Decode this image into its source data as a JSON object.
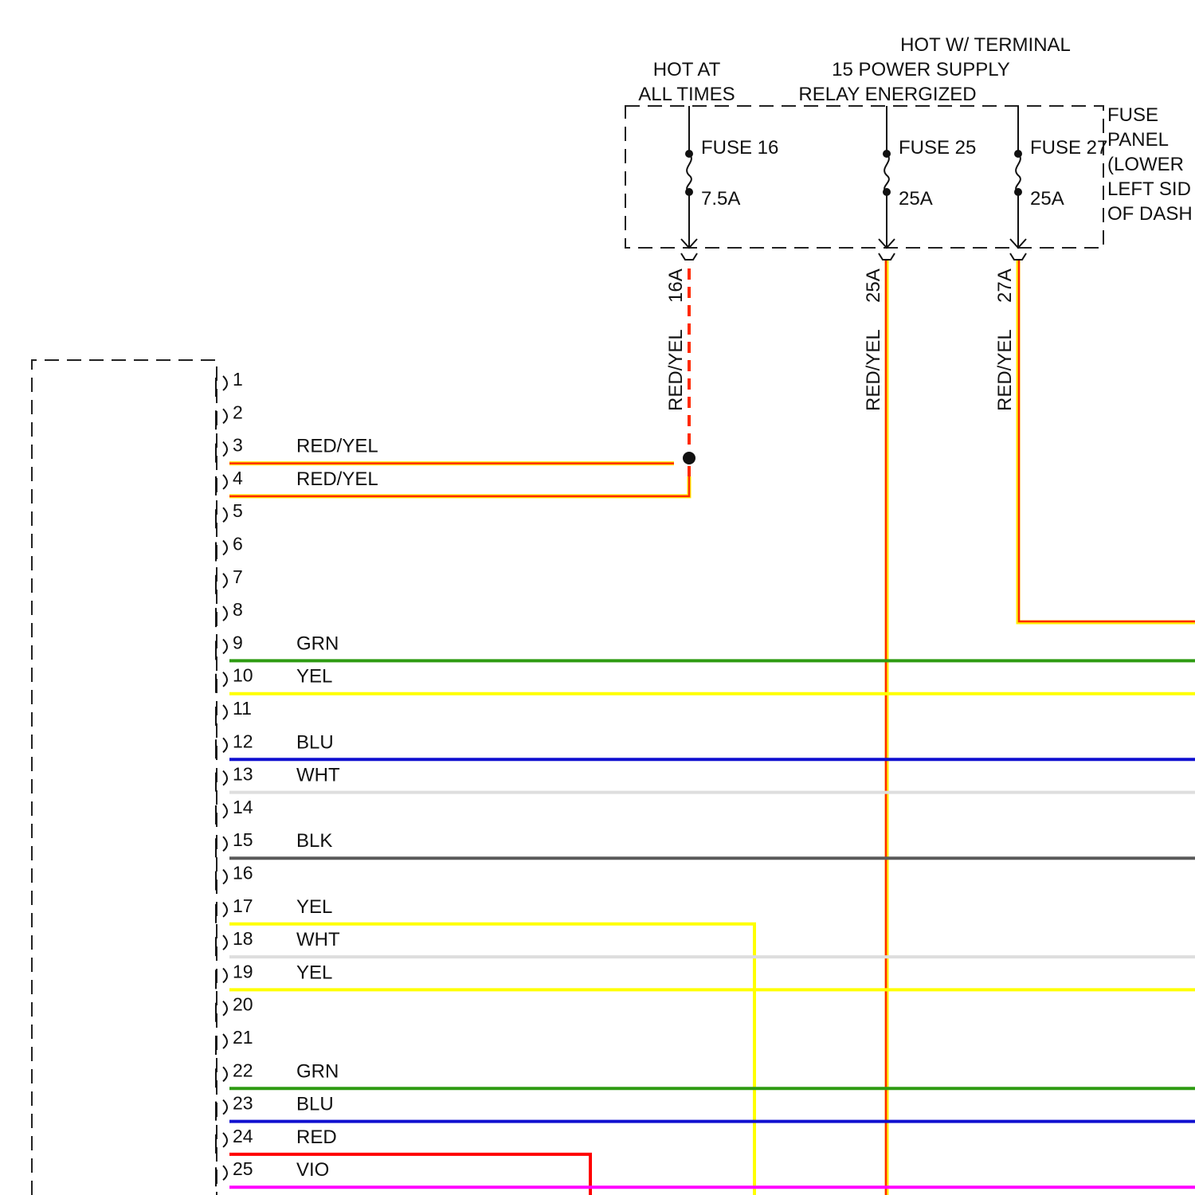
{
  "colors": {
    "RED/YEL": {
      "main": "#ff2a00",
      "stripe": "#ffee00"
    },
    "GRN": {
      "main": "#2e9b12"
    },
    "YEL": {
      "main": "#ffff00"
    },
    "BLU": {
      "main": "#1010d0"
    },
    "WHT": {
      "main": "#dedede"
    },
    "BLK": {
      "main": "#5a5a5a"
    },
    "RED": {
      "main": "#ff0000"
    },
    "VIO": {
      "main": "#ff00ff"
    }
  },
  "header": {
    "hot_at_all_times": [
      "HOT AT",
      "ALL TIMES"
    ],
    "hot_w_terminal": [
      "HOT W/ TERMINAL",
      "15 POWER SUPPLY",
      "RELAY ENERGIZED"
    ]
  },
  "fuse_panel": {
    "label": [
      "FUSE",
      "PANEL",
      "(LOWER",
      "LEFT SID",
      "OF DASH"
    ],
    "fuses": [
      {
        "name": "FUSE 16",
        "rating": "7.5A",
        "circuit": "16A",
        "wire_color": "RED/YEL"
      },
      {
        "name": "FUSE 25",
        "rating": "25A",
        "circuit": "25A",
        "wire_color": "RED/YEL"
      },
      {
        "name": "FUSE 27",
        "rating": "25A",
        "circuit": "27A",
        "wire_color": "RED/YEL"
      }
    ]
  },
  "connector": {
    "pins": [
      {
        "number": "1",
        "wire_color": ""
      },
      {
        "number": "2",
        "wire_color": ""
      },
      {
        "number": "3",
        "wire_color": "RED/YEL"
      },
      {
        "number": "4",
        "wire_color": "RED/YEL"
      },
      {
        "number": "5",
        "wire_color": ""
      },
      {
        "number": "6",
        "wire_color": ""
      },
      {
        "number": "7",
        "wire_color": ""
      },
      {
        "number": "8",
        "wire_color": ""
      },
      {
        "number": "9",
        "wire_color": "GRN"
      },
      {
        "number": "10",
        "wire_color": "YEL"
      },
      {
        "number": "11",
        "wire_color": ""
      },
      {
        "number": "12",
        "wire_color": "BLU"
      },
      {
        "number": "13",
        "wire_color": "WHT"
      },
      {
        "number": "14",
        "wire_color": ""
      },
      {
        "number": "15",
        "wire_color": "BLK"
      },
      {
        "number": "16",
        "wire_color": ""
      },
      {
        "number": "17",
        "wire_color": "YEL"
      },
      {
        "number": "18",
        "wire_color": "WHT"
      },
      {
        "number": "19",
        "wire_color": "YEL"
      },
      {
        "number": "20",
        "wire_color": ""
      },
      {
        "number": "21",
        "wire_color": ""
      },
      {
        "number": "22",
        "wire_color": "GRN"
      },
      {
        "number": "23",
        "wire_color": "BLU"
      },
      {
        "number": "24",
        "wire_color": "RED"
      },
      {
        "number": "25",
        "wire_color": "VIO"
      }
    ]
  }
}
